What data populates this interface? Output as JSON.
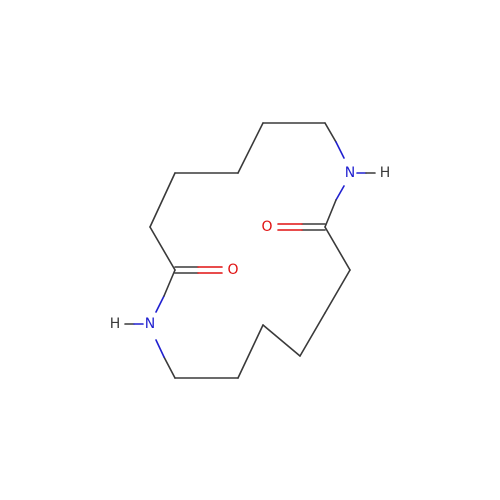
{
  "atoms": {
    "n1": "N",
    "h1": "H",
    "o1": "O",
    "n2": "N",
    "h2": "H",
    "o2": "O"
  },
  "colors": {
    "bond": "#3a3a3a",
    "nitrogen": "#2020d0",
    "oxygen": "#e01010",
    "background": "#ffffff"
  }
}
